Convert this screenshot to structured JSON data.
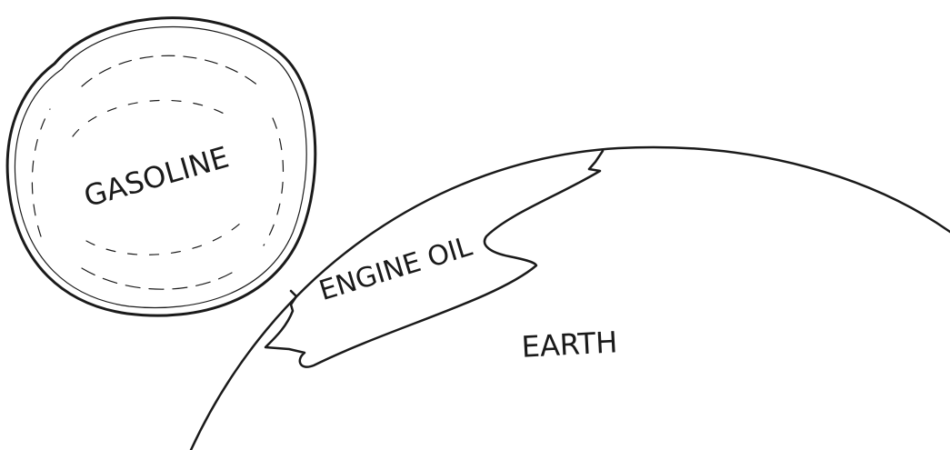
{
  "labels": {
    "gasoline": "GASOLINE",
    "engine_oil": "ENGINE OIL",
    "earth": "EARTH"
  },
  "colors": {
    "ink": "#1a1a1a",
    "background": "#ffffff"
  }
}
